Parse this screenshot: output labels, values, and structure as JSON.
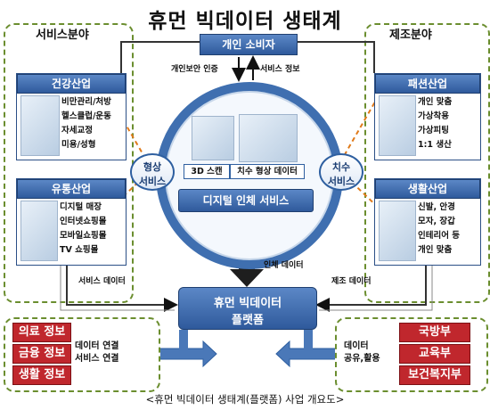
{
  "title": "휴먼 빅데이터 생태계",
  "service_section": "서비스분야",
  "manufacturing_section": "제조분야",
  "consumer": "개인 소비자",
  "consumer_in": "개인보안 인증",
  "consumer_out": "서비스 정보",
  "health": {
    "title": "건강산업",
    "items": [
      "비만관리/처방",
      "헬스클럽/운동",
      "자세교정",
      "미용/성형"
    ]
  },
  "retail": {
    "title": "유통산업",
    "items": [
      "디지털 매장",
      "인터넷쇼핑몰",
      "모바일쇼핑몰",
      "TV 쇼핑몰"
    ]
  },
  "fashion": {
    "title": "패션산업",
    "items": [
      "개인 맞춤",
      "가상착용",
      "가상피팅",
      "1:1 생산"
    ]
  },
  "living": {
    "title": "생활산업",
    "items": [
      "신발, 안경",
      "모자, 장갑",
      "인테리어 등",
      "개인 맞춤"
    ]
  },
  "shape_service": [
    "형상",
    "서비스"
  ],
  "size_service": [
    "치수",
    "서비스"
  ],
  "scan_label": "3D 스캔",
  "shape_data_label": "치수 형상 데이터",
  "digital_service": "디지털 인체 서비스",
  "human_data": "인체 데이터",
  "service_data": "서비스 데이터",
  "manufacturing_data": "제조 데이터",
  "platform": [
    "휴먼 빅데이터",
    "플랫폼"
  ],
  "left_info": [
    "의료 정보",
    "금융 정보",
    "생활 정보"
  ],
  "left_link": [
    "데이터 연결",
    "서비스 연결"
  ],
  "right_info": [
    "국방부",
    "교육부",
    "보건복지부"
  ],
  "right_link": [
    "데이터",
    "공유,활용"
  ],
  "caption": "<휴먼 빅데이터 생태계(플랫폼) 사업 개요도>",
  "colors": {
    "blue": "#2f5a9c",
    "ring": "#3f6fb0",
    "red": "#c0272d",
    "green_dash": "#6b8e2f",
    "orange_dash": "#e07a1a"
  }
}
